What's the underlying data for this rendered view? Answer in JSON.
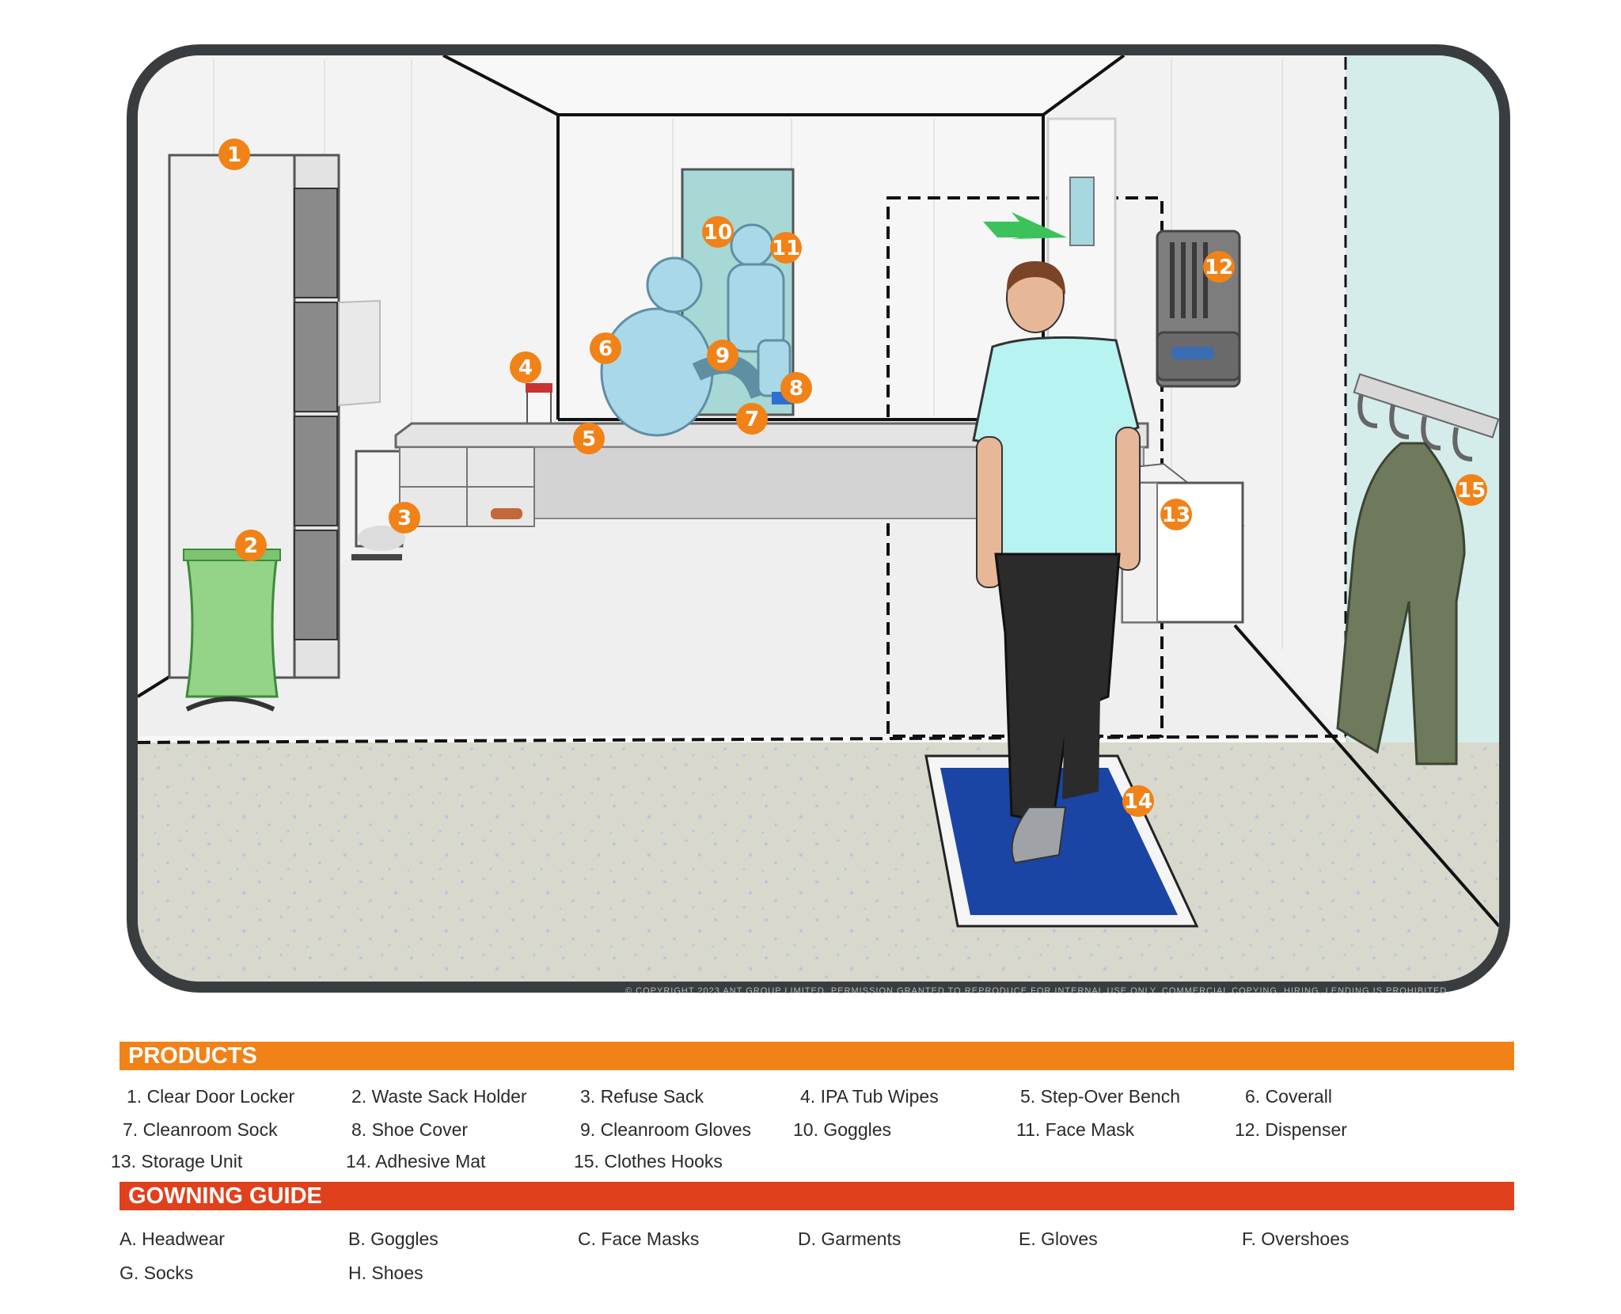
{
  "products": {
    "heading": "PRODUCTS",
    "items": [
      "1. Clear Door Locker",
      "2. Waste Sack Holder",
      "3. Refuse Sack",
      "4. IPA Tub Wipes",
      "5. Step-Over Bench",
      "6. Coverall",
      "7. Cleanroom Sock",
      "8. Shoe Cover",
      "9. Cleanroom Gloves",
      "10. Goggles",
      "11. Face Mask",
      "12. Dispenser",
      "13.  Storage Unit",
      "14. Adhesive Mat",
      "15. Clothes Hooks"
    ]
  },
  "gowning_guide": {
    "heading": "GOWNING GUIDE",
    "items": [
      "A. Headwear",
      "B. Goggles",
      "C. Face Masks",
      "D. Garments",
      "E. Gloves",
      "F. Overshoes",
      "G. Socks",
      "H. Shoes"
    ]
  },
  "markers": [
    "1",
    "2",
    "3",
    "4",
    "5",
    "6",
    "7",
    "8",
    "9",
    "10",
    "11",
    "12",
    "13",
    "14",
    "15"
  ],
  "copyright": "© COPYRIGHT 2023 ANT GROUP LIMITED. PERMISSION GRANTED TO REPRODUCE FOR INTERNAL USE ONLY. COMMERCIAL COPYING, HIRING, LENDING IS PROHIBITED.",
  "colors": {
    "marker": "#f18218",
    "products_bar": "#f18218",
    "guide_bar": "#e0401c",
    "frame": "#3a3d40",
    "adhesive_mat": "#1a45a5",
    "arrow": "#3cc25a"
  }
}
